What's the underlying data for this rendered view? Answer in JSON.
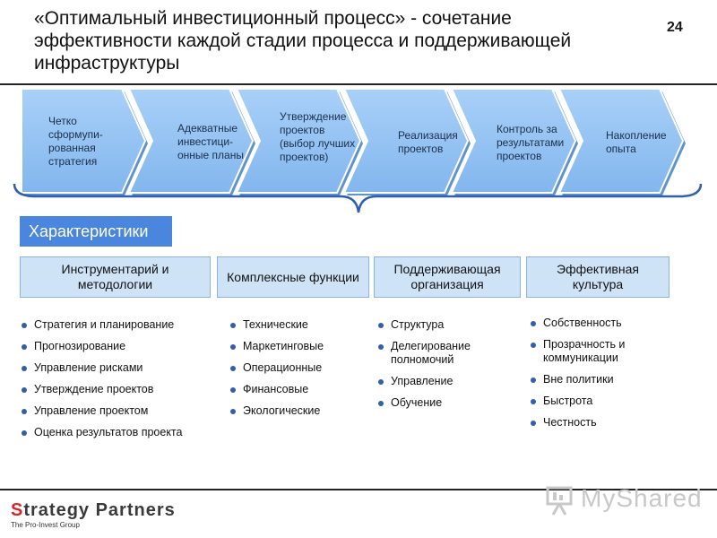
{
  "slide": {
    "title": "«Оптимальный инвестиционный процесс» - сочетание эффективности каждой стадии процесса и поддерживающей инфраструктуры",
    "page_number": "24"
  },
  "stages": [
    {
      "label": "Четко сформупи-рованная стратегия"
    },
    {
      "label": "Адекватные инвестици-онные планы"
    },
    {
      "label": "Утверждение проектов (выбор лучших проектов)"
    },
    {
      "label": "Реализация проектов"
    },
    {
      "label": "Контроль за результатами проектов"
    },
    {
      "label": "Накопление опыта"
    }
  ],
  "characteristics_label": "Характеристики",
  "columns": [
    {
      "header": "Инструментарий и методологии",
      "items": [
        "Стратегия и планирование",
        "Прогнозирование",
        "Управление рисками",
        "Утверждение проектов",
        "Управление проектом",
        "Оценка результатов проекта"
      ]
    },
    {
      "header": "Комплексные функции",
      "items": [
        "Технические",
        "Маркетинговые",
        "Операционные",
        "Финансовые",
        "Экологические"
      ]
    },
    {
      "header": "Поддерживающая организация",
      "items": [
        "Структура",
        "Делегирование полномочий",
        "Управление",
        "Обучение"
      ]
    },
    {
      "header": "Эффективная культура",
      "items": [
        "Собственность",
        "Прозрачность и коммуникации",
        "Вне политики",
        "Быстрота",
        "Честность"
      ]
    }
  ],
  "footer": {
    "logo_accent": "S",
    "logo_rest": "trategy Partners",
    "tagline": "The Pro-Invest Group",
    "watermark": "MyShared"
  },
  "colors": {
    "chevron_fill": "#8ec0f5",
    "chevron_stroke": "#ffffff",
    "characteristics_bg": "#4a86dd",
    "box_bg": "#cfe3f7",
    "logo_accent": "#d6262b"
  }
}
